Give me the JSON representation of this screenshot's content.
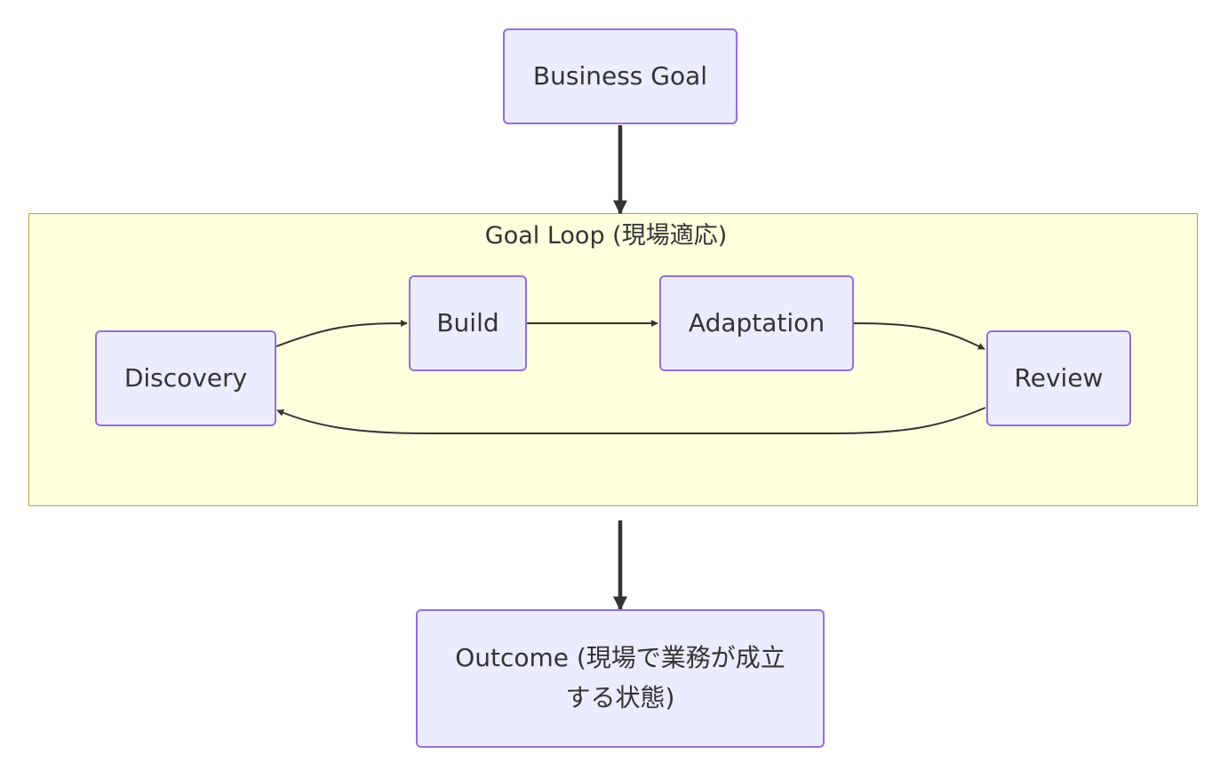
{
  "colors": {
    "node_fill": "#ececff",
    "node_border": "#9370db",
    "cluster_fill": "#ffffde",
    "cluster_border": "#aaaa33",
    "edge": "#333333",
    "text": "#333333"
  },
  "cluster": {
    "title": "Goal Loop (現場適応)"
  },
  "nodes": {
    "business_goal": "Business Goal",
    "discovery": "Discovery",
    "build": "Build",
    "adaptation": "Adaptation",
    "review": "Review",
    "outcome": "Outcome (現場で業務が成立する状態)"
  },
  "edges": [
    {
      "from": "business_goal",
      "to": "goal_loop",
      "style": "thick"
    },
    {
      "from": "discovery",
      "to": "build",
      "style": "normal"
    },
    {
      "from": "build",
      "to": "adaptation",
      "style": "normal"
    },
    {
      "from": "adaptation",
      "to": "review",
      "style": "normal"
    },
    {
      "from": "review",
      "to": "discovery",
      "style": "normal"
    },
    {
      "from": "goal_loop",
      "to": "outcome",
      "style": "thick"
    }
  ]
}
